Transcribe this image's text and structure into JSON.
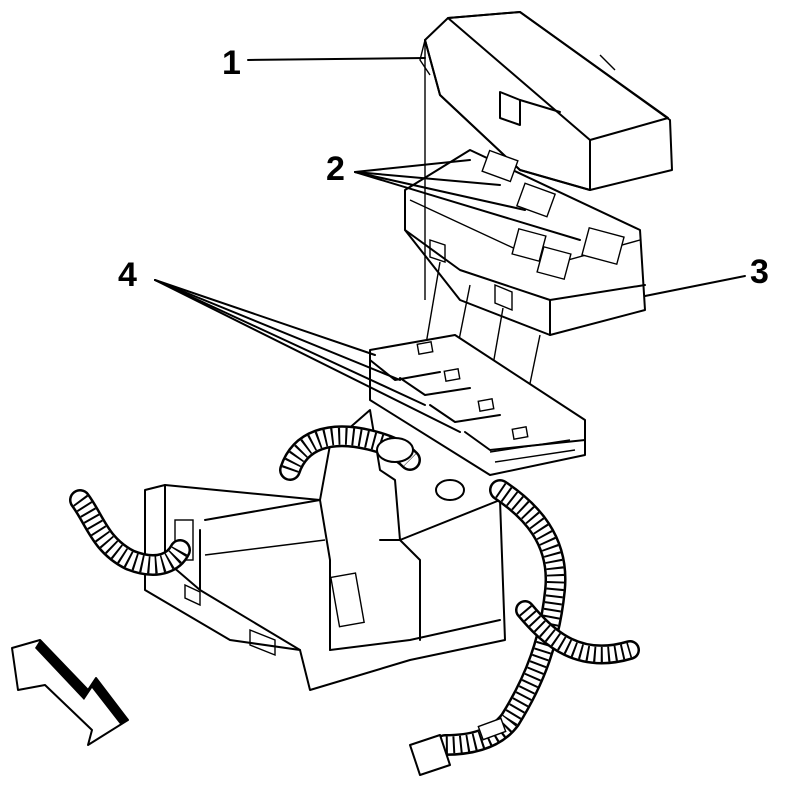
{
  "callouts": {
    "c1": "1",
    "c2": "2",
    "c3": "3",
    "c4": "4"
  },
  "icons": {
    "direction_arrow": "forward-direction-arrow-icon"
  }
}
